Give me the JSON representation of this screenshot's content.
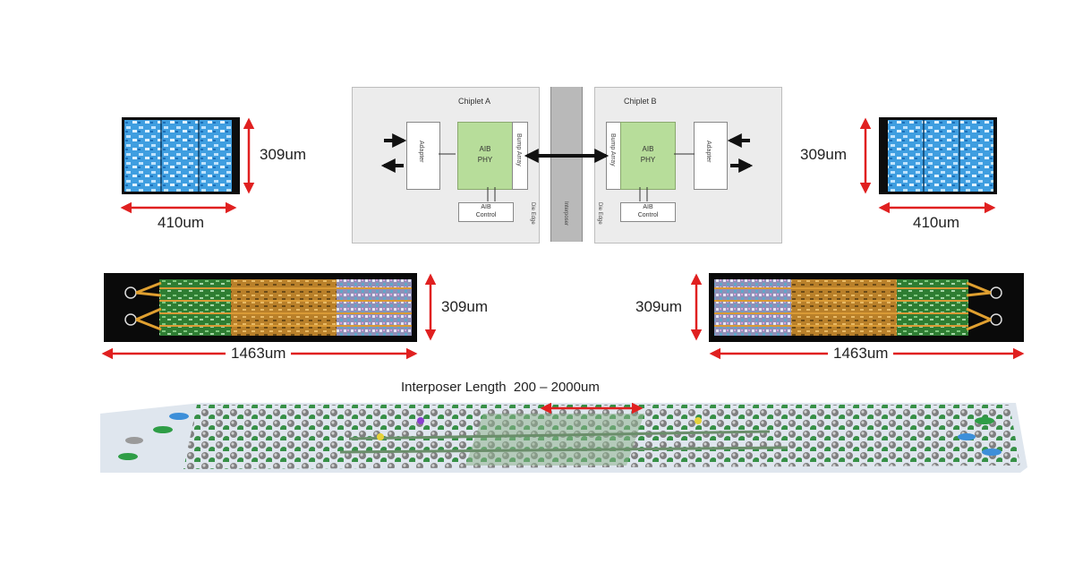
{
  "block_diagram": {
    "chiplet_a": {
      "title": "Chiplet A",
      "adapter_label": "Adapter",
      "phy_label": [
        "AIB",
        "PHY"
      ],
      "bump_array_label": "Bump Array",
      "control_label": [
        "AIB",
        "Control"
      ],
      "edge_label": "Die Edge"
    },
    "chiplet_b": {
      "title": "Chiplet B",
      "adapter_label": "Adapter",
      "phy_label": [
        "AIB",
        "PHY"
      ],
      "bump_array_label": "Bump Array",
      "control_label": [
        "AIB",
        "Control"
      ],
      "edge_label": "Die Edge"
    },
    "interposer_label": "Interposer"
  },
  "die_top_left": {
    "height_label": "309um",
    "width_label": "410um"
  },
  "die_top_right": {
    "height_label": "309um",
    "width_label": "410um"
  },
  "layout_left": {
    "height_label": "309um",
    "width_label": "1463um"
  },
  "layout_right": {
    "height_label": "309um",
    "width_label": "1463um"
  },
  "interposer": {
    "length_label": "Interposer Length  200 – 2000um"
  },
  "colors": {
    "dimension_arrow": "#e02020",
    "phy_fill": "#b7dd9a",
    "panel_fill": "#ececec",
    "die_blue": "#4aa8e8",
    "layout_green": "#2e7d32",
    "layout_orange": "#c88a2a"
  }
}
